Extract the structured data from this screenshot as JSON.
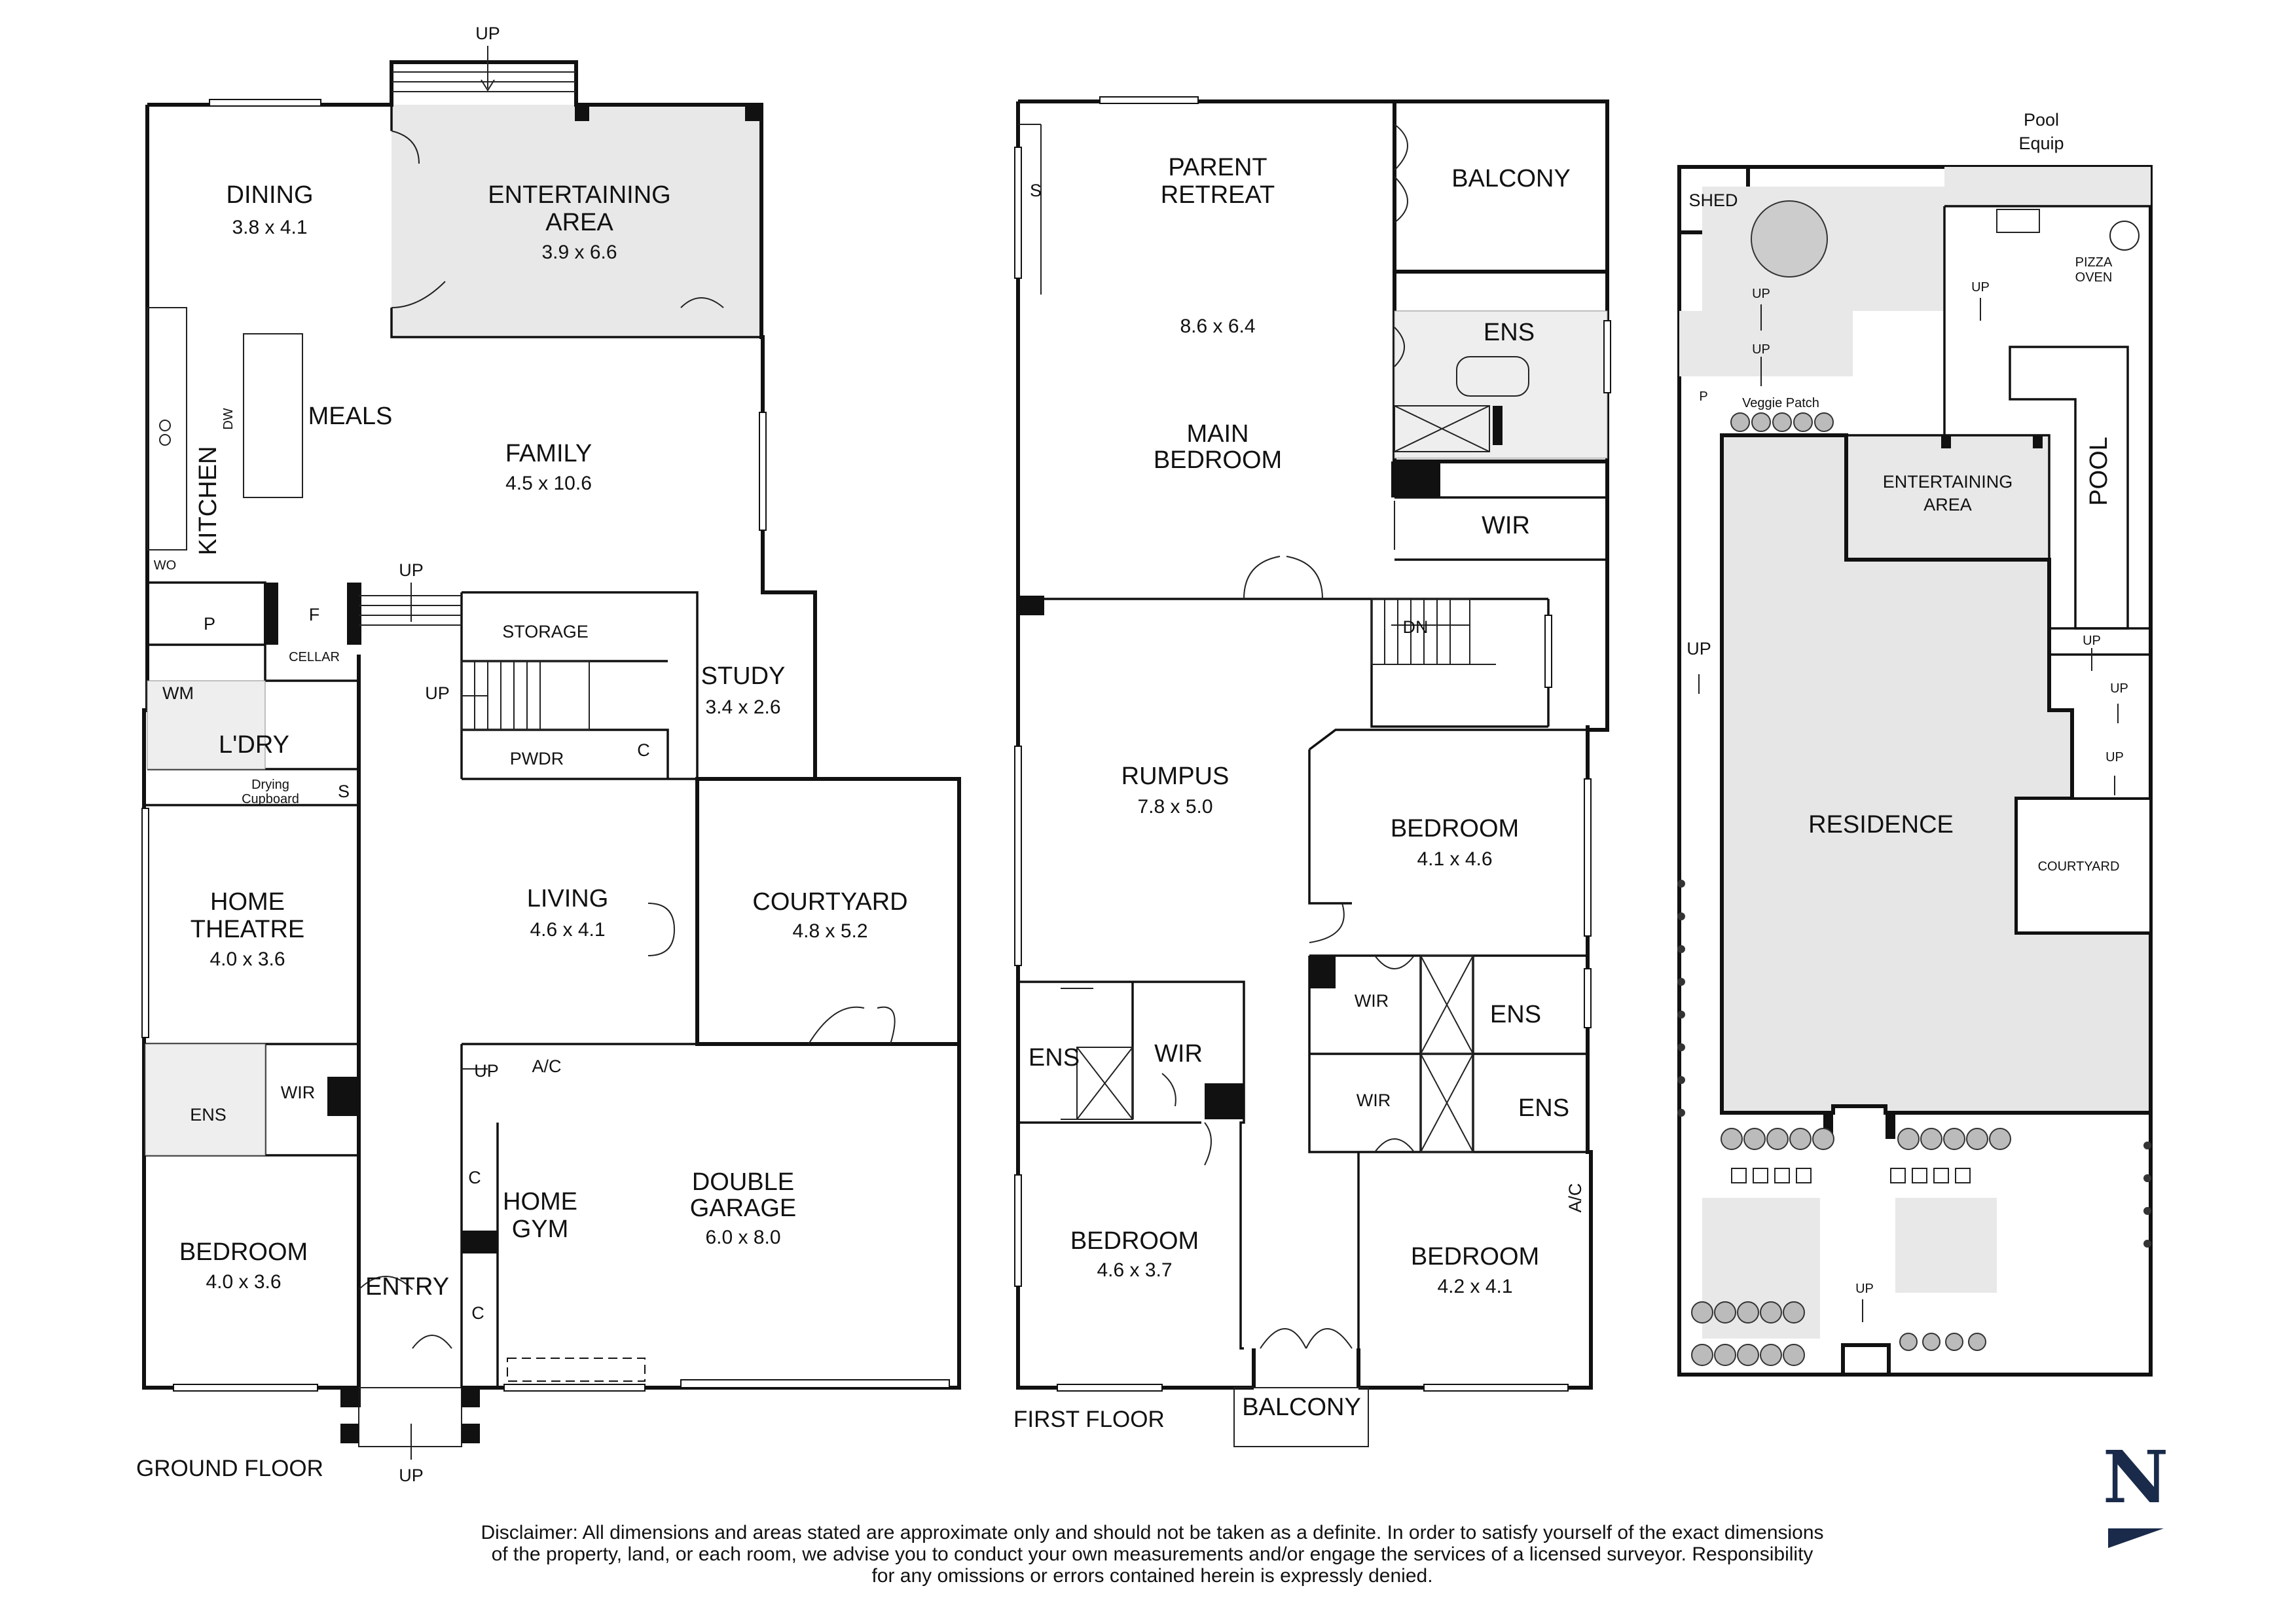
{
  "ground_floor": {
    "label": "GROUND FLOOR",
    "rooms": [
      {
        "name": "DINING",
        "dims": "3.8 x 4.1"
      },
      {
        "name": "ENTERTAINING AREA",
        "dims": "3.9 x 6.6"
      },
      {
        "name": "MEALS"
      },
      {
        "name": "KITCHEN"
      },
      {
        "name": "FAMILY",
        "dims": "4.5 x 10.6"
      },
      {
        "name": "STORAGE"
      },
      {
        "name": "STUDY",
        "dims": "3.4 x 2.6"
      },
      {
        "name": "L'DRY"
      },
      {
        "name": "PWDR"
      },
      {
        "name": "HOME THEATRE",
        "dims": "4.0 x 3.6"
      },
      {
        "name": "LIVING",
        "dims": "4.6 x 4.1"
      },
      {
        "name": "COURTYARD",
        "dims": "4.8 x 5.2"
      },
      {
        "name": "WIR"
      },
      {
        "name": "ENS"
      },
      {
        "name": "BEDROOM",
        "dims": "4.0 x 3.6"
      },
      {
        "name": "ENTRY"
      },
      {
        "name": "HOME GYM"
      },
      {
        "name": "DOUBLE GARAGE",
        "dims": "6.0 x 8.0"
      }
    ],
    "fixtures": {
      "wo": "WO",
      "dw": "DW",
      "p": "P",
      "f": "F",
      "cellar": "CELLAR",
      "wm": "WM",
      "drying_cupboard": "Drying Cupboard",
      "s": "S",
      "c": "C",
      "ac": "A/C",
      "up": "UP"
    }
  },
  "first_floor": {
    "label": "FIRST FLOOR",
    "rooms": [
      {
        "name": "PARENT RETREAT"
      },
      {
        "name": "BALCONY"
      },
      {
        "name": "ENS"
      },
      {
        "name": "MAIN BEDROOM",
        "dims": "8.6 x 6.4"
      },
      {
        "name": "WIR"
      },
      {
        "name": "RUMPUS",
        "dims": "7.8 x 5.0"
      },
      {
        "name": "BEDROOM",
        "dims": "4.1 x 4.6"
      },
      {
        "name": "WIR"
      },
      {
        "name": "ENS"
      },
      {
        "name": "WIR"
      },
      {
        "name": "ENS"
      },
      {
        "name": "ENS"
      },
      {
        "name": "WIR"
      },
      {
        "name": "BEDROOM",
        "dims": "4.6 x 3.7"
      },
      {
        "name": "BEDROOM",
        "dims": "4.2 x 4.1"
      },
      {
        "name": "BALCONY"
      }
    ],
    "fixtures": {
      "s": "S",
      "dn": "DN",
      "ac": "A/C"
    }
  },
  "site_plan": {
    "labels": {
      "shed": "SHED",
      "pool_equip": "Pool Equip",
      "pizza_oven": "PIZZA OVEN",
      "veggie_patch": "Veggie Patch",
      "entertaining_area": "ENTERTAINING AREA",
      "pool": "POOL",
      "residence": "RESIDENCE",
      "courtyard": "COURTYARD",
      "up": "UP",
      "p": "P"
    }
  },
  "north_label": "N",
  "disclaimer": [
    "Disclaimer: All dimensions and areas stated are approximate only and should not be taken as a definite. In order to satisfy yourself of the exact dimensions",
    "of the property, land, or each room, we advise you to conduct your own measurements and/or engage the services of a licensed surveyor. Responsibility",
    "for any omissions or errors contained herein is expressly denied."
  ]
}
